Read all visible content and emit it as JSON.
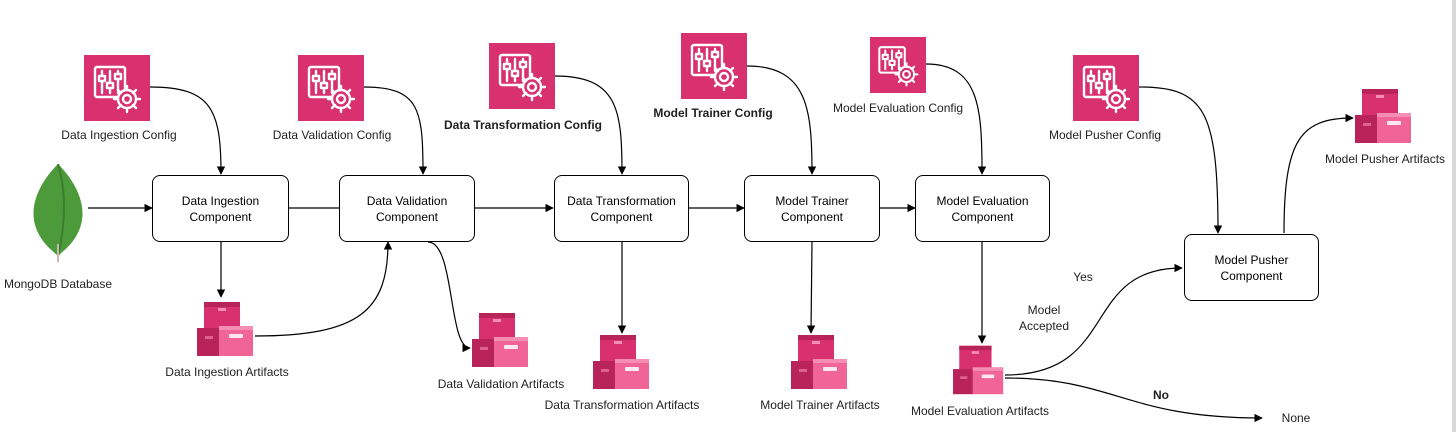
{
  "colors": {
    "accent": "#d9306f",
    "accent_light": "#f06595",
    "leaf": "#4c9a3a",
    "line": "#000000"
  },
  "icons": {
    "config": "config-settings-icon",
    "artifact": "artifact-boxes-icon",
    "database": "mongodb-leaf-icon"
  },
  "source": {
    "label": "MongoDB Database"
  },
  "configs": {
    "ingestion": "Data Ingestion Config",
    "validation": "Data Validation Config",
    "transformation": "Data Transformation Config",
    "trainer": "Model Trainer Config",
    "evaluation": "Model Evaluation Config",
    "pusher": "Model Pusher Config"
  },
  "components": {
    "ingestion": "Data Ingestion\nComponent",
    "validation": "Data Validation\nComponent",
    "transformation": "Data Transformation\nComponent",
    "trainer": "Model Trainer\nComponent",
    "evaluation": "Model Evaluation\nComponent",
    "pusher": "Model Pusher\nComponent"
  },
  "artifacts": {
    "ingestion": "Data Ingestion Artifacts",
    "validation": "Data Validation Artifacts",
    "transformation": "Data Transformation Artifacts",
    "trainer": "Model Trainer Artifacts",
    "evaluation": "Model Evaluation Artifacts",
    "pusher": "Model Pusher Artifacts"
  },
  "decision": {
    "question": "Model\nAccepted",
    "yes": "Yes",
    "no": "No",
    "none": "None"
  }
}
